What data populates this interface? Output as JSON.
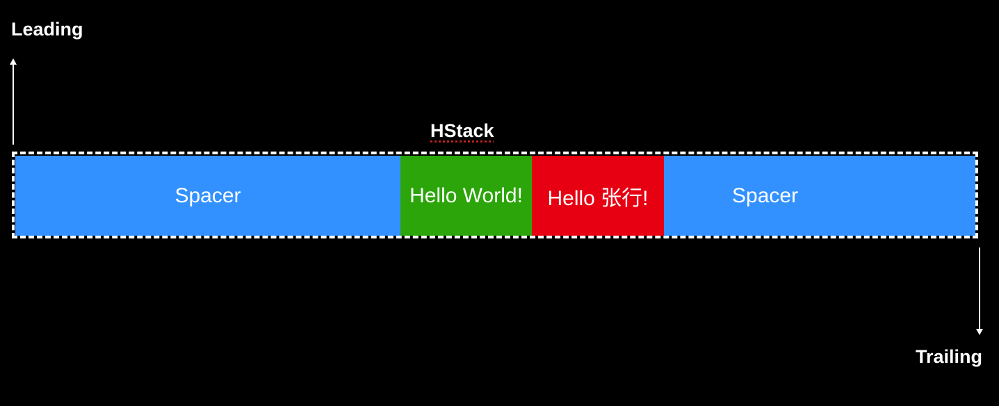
{
  "labels": {
    "leading": "Leading",
    "trailing": "Trailing",
    "container": "HStack"
  },
  "stack": {
    "items": [
      {
        "label": "Spacer",
        "color": "#3291FF"
      },
      {
        "label": "Hello World!",
        "color": "#2BA50A"
      },
      {
        "label": "Hello 张行!",
        "color": "#E60012"
      },
      {
        "label": "Spacer",
        "color": "#3291FF"
      }
    ]
  },
  "colors": {
    "background": "#000000",
    "text": "#FFFFFF",
    "frame_border": "#FFFFFF"
  }
}
